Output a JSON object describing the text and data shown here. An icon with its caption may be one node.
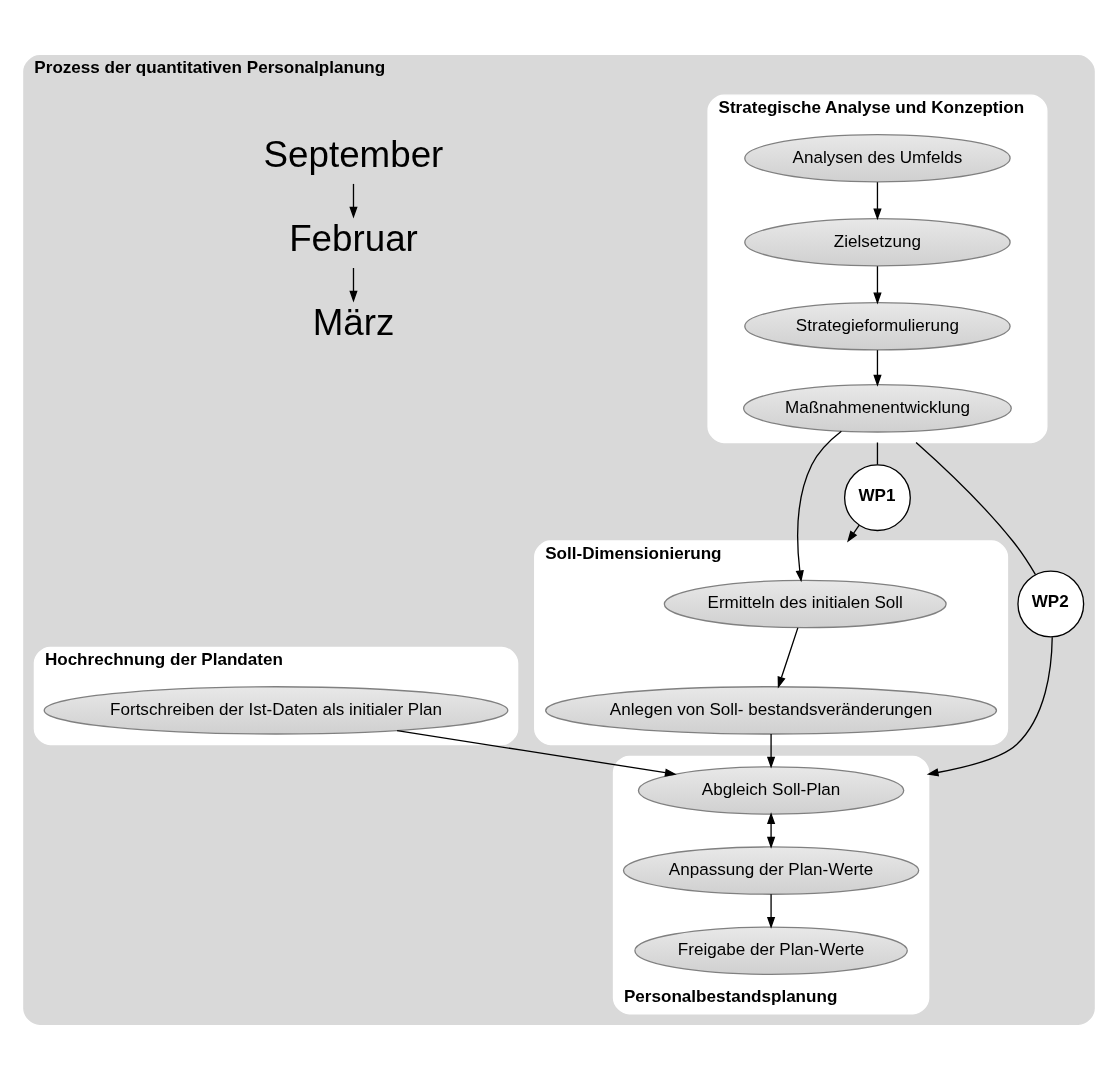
{
  "diagram": {
    "nodes": [
      {
        "text": [
          "Prozess der quantitativen Personalplanung"
        ]
      },
      {
        "text": [
          "Strategische Analyse und Konzeption"
        ],
        "in": 0
      },
      {
        "text": [
          "Analysen des Umfelds"
        ],
        "in": 1
      },
      {
        "text": [
          "Zielsetzung"
        ],
        "in": 1
      },
      {
        "text": [
          "Strategieformulierung"
        ],
        "in": 1
      },
      {
        "text": [
          "Maßnahmenentwicklung"
        ],
        "in": 1
      },
      {
        "text": [
          "Soll-Dimensionierung"
        ],
        "in": 0
      },
      {
        "text": [
          "Ermitteln des initialen Soll"
        ],
        "in": 6
      },
      {
        "text": [
          "Anlegen von Soll- bestandsveränderungen"
        ],
        "in": 6
      },
      {
        "text": [
          "Hochrechnung der Plandaten"
        ],
        "in": 0
      },
      {
        "text": [
          "Fortschreiben der Ist-Daten als initialer Plan"
        ],
        "in": 9
      },
      {
        "text": [
          "Personalbestandsplanung"
        ],
        "in": 0
      },
      {
        "text": [
          "Abgleich Soll-Plan"
        ],
        "in": 11
      },
      {
        "text": [
          "Anpassung der Plan-Werte"
        ],
        "in": 11
      },
      {
        "text": [
          "Freigabe der Plan-Werte"
        ],
        "in": 11
      },
      {
        "text": [
          "WP1"
        ],
        "in": 0
      },
      {
        "text": [
          "WP2"
        ],
        "in": 0
      },
      {
        "text": [
          "September"
        ],
        "in": 0
      },
      {
        "text": [
          "Februar"
        ],
        "in": 0
      },
      {
        "text": [
          "März"
        ],
        "in": 0
      }
    ],
    "edges": [
      {
        "from": 2,
        "to": 3,
        "arrow": "to"
      },
      {
        "from": 3,
        "to": 4,
        "arrow": "to"
      },
      {
        "from": 4,
        "to": 5,
        "arrow": "to"
      },
      {
        "from": 5,
        "to": 7,
        "arrow": "to"
      },
      {
        "from": 7,
        "to": 8,
        "arrow": "to"
      },
      {
        "from": 8,
        "to": 12,
        "arrow": "to"
      },
      {
        "from": 10,
        "to": 12,
        "arrow": "to"
      },
      {
        "from": 12,
        "to": 13,
        "arrow": "both"
      },
      {
        "from": 13,
        "to": 14,
        "arrow": "to"
      },
      {
        "from": 1,
        "to": 15,
        "arrow": "none"
      },
      {
        "from": 15,
        "to": 6,
        "arrow": "to"
      },
      {
        "from": 1,
        "to": 16,
        "arrow": "none"
      },
      {
        "from": 16,
        "to": 11,
        "arrow": "to"
      },
      {
        "from": 17,
        "to": 18,
        "arrow": "to"
      },
      {
        "from": 18,
        "to": 19,
        "arrow": "to"
      }
    ]
  }
}
